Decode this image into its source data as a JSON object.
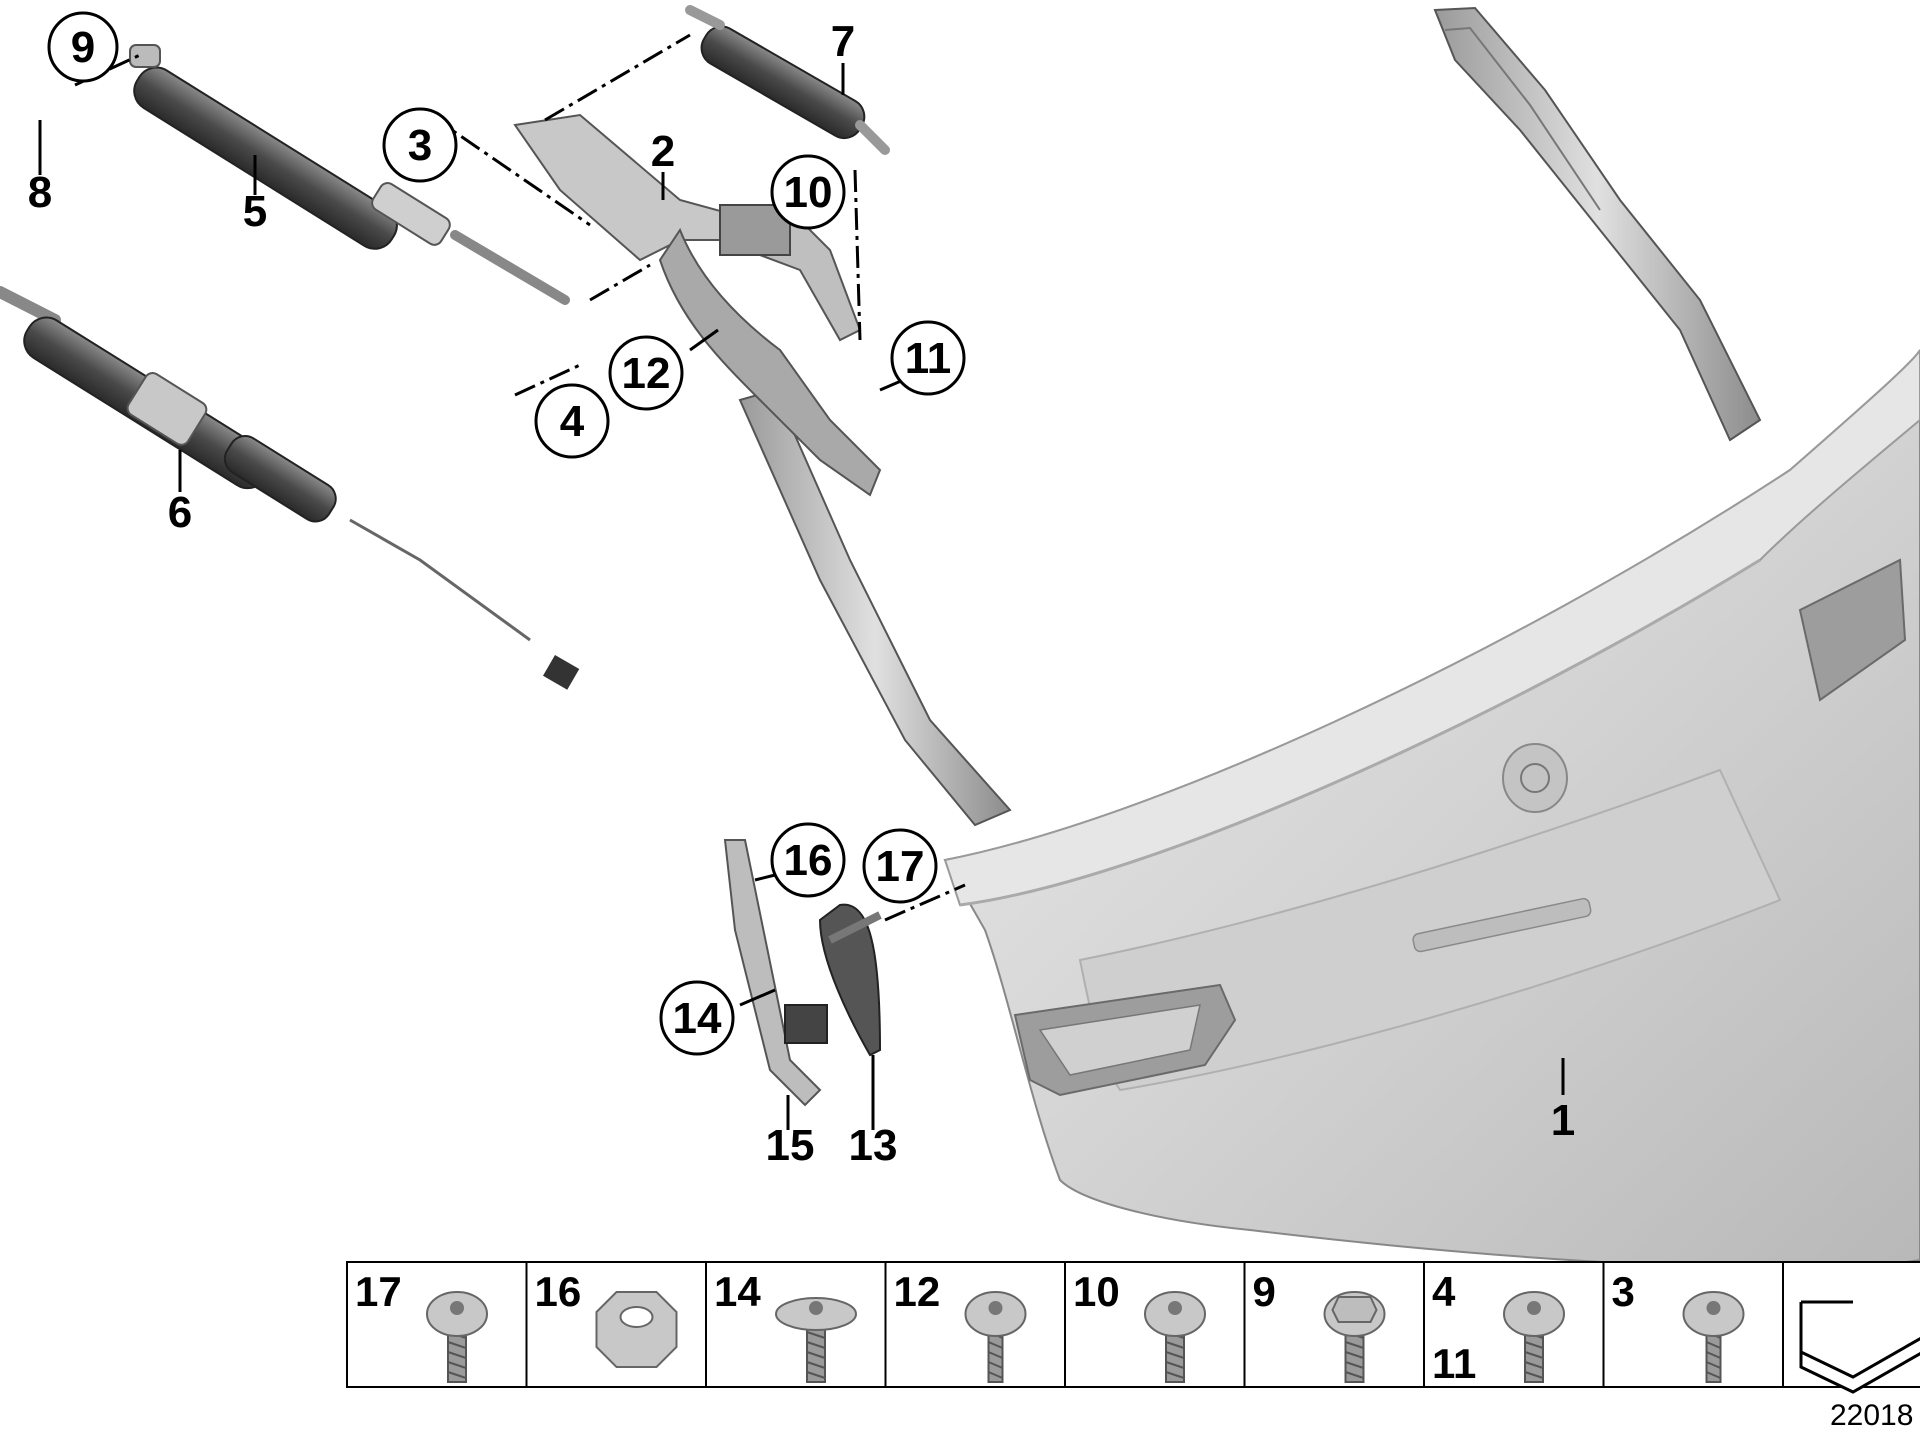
{
  "diagram": {
    "plain_labels": [
      "7",
      "2",
      "8",
      "5",
      "6",
      "1",
      "15",
      "13"
    ],
    "circled_labels": [
      "9",
      "3",
      "10",
      "11",
      "12",
      "4",
      "16",
      "17",
      "14"
    ]
  },
  "fastener_table": {
    "cells": [
      {
        "labels": [
          "17"
        ],
        "part": "torx-bolt"
      },
      {
        "labels": [
          "16"
        ],
        "part": "hex-nut"
      },
      {
        "labels": [
          "14"
        ],
        "part": "flat-head-torx-screw"
      },
      {
        "labels": [
          "12"
        ],
        "part": "torx-self-tapping-screw"
      },
      {
        "labels": [
          "10"
        ],
        "part": "torx-bolt"
      },
      {
        "labels": [
          "9"
        ],
        "part": "hex-flange-bolt"
      },
      {
        "labels": [
          "4",
          "11"
        ],
        "part": "torx-bolt"
      },
      {
        "labels": [
          "3"
        ],
        "part": "torx-self-tapping-screw"
      },
      {
        "labels": [],
        "part": "arrow-symbol"
      }
    ]
  },
  "figure_number": "22018"
}
